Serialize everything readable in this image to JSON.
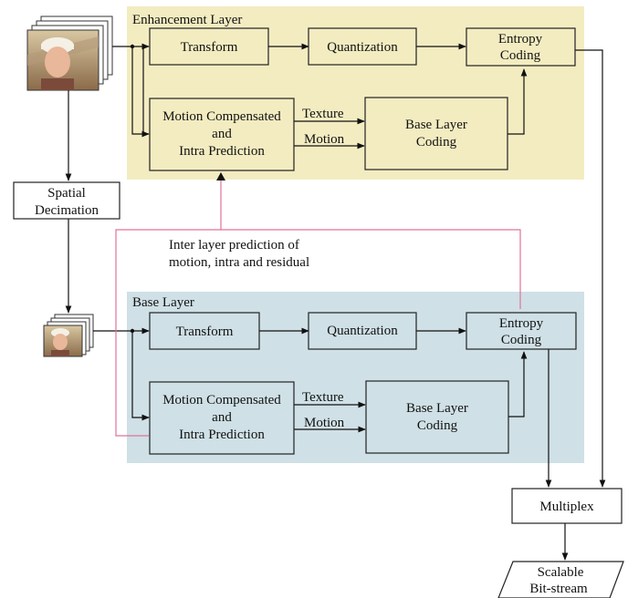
{
  "colors": {
    "enhancement_bg": "#f3ecc1",
    "base_bg": "#cfe0e6",
    "inter_layer_arrow": "#e0739a",
    "box_border": "#222222",
    "box_fill": "#ffffff"
  },
  "enhancement_layer": {
    "label": "Enhancement Layer",
    "transform": "Transform",
    "quantization": "Quantization",
    "entropy_coding": [
      "Entropy",
      "Coding"
    ],
    "prediction": [
      "Motion Compensated",
      "and",
      "Intra Prediction"
    ],
    "texture_label": "Texture",
    "motion_label": "Motion",
    "base_layer_coding": [
      "Base Layer",
      "Coding"
    ]
  },
  "spatial_decimation": [
    "Spatial",
    "Decimation"
  ],
  "inter_layer_prediction": [
    "Inter layer prediction of",
    "motion, intra and residual"
  ],
  "base_layer": {
    "label": "Base Layer",
    "transform": "Transform",
    "quantization": "Quantization",
    "entropy_coding": [
      "Entropy",
      "Coding"
    ],
    "prediction": [
      "Motion Compensated",
      "and",
      "Intra Prediction"
    ],
    "texture_label": "Texture",
    "motion_label": "Motion",
    "base_layer_coding": [
      "Base Layer",
      "Coding"
    ]
  },
  "multiplex": "Multiplex",
  "output": [
    "Scalable",
    "Bit-stream"
  ],
  "icons": {
    "enhancement_input": "video-frames-stack-icon",
    "base_input": "video-frames-stack-small-icon"
  }
}
